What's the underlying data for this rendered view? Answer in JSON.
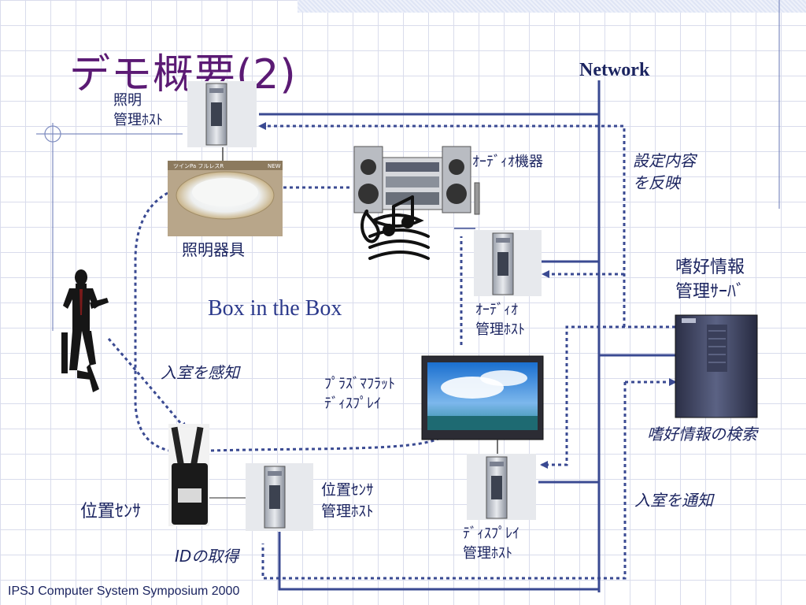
{
  "slide": {
    "title": "デモ概要(2)",
    "footer": "IPSJ Computer System Symposium 2000"
  },
  "diagram": {
    "network_label": "Network",
    "center_label": "Box in the Box",
    "nodes": {
      "lighting_host": "照明\n管理ﾎｽﾄ",
      "lighting_fixture": "照明器具",
      "audio_device": "ｵｰﾃﾞｨｵ機器",
      "audio_host": "ｵｰﾃﾞｨｵ\n管理ﾎｽﾄ",
      "plasma_display": "ﾌﾟﾗｽﾞﾏﾌﾗｯﾄ\nﾃﾞｨｽﾌﾟﾚｲ",
      "display_host": "ﾃﾞｨｽﾌﾟﾚｲ\n管理ﾎｽﾄ",
      "position_sensor": "位置ｾﾝｻ",
      "sensor_host": "位置ｾﾝｻ\n管理ﾎｽﾄ",
      "preference_server": "嗜好情報\n管理ｻｰﾊﾞ"
    },
    "annotations": {
      "reflect_settings": "設定内容\nを反映",
      "detect_entry": "入室を感知",
      "search_preferences": "嗜好情報の検索",
      "notify_entry": "入室を通知",
      "get_id": "IDの取得"
    },
    "fixture_tag": "ツインPa フルレスR",
    "fixture_badge": "NEW",
    "colors": {
      "title": "#5b1a74",
      "network_line": "#3a4a92",
      "dotted_line": "#3a4a92",
      "text": "#1b2460"
    }
  }
}
